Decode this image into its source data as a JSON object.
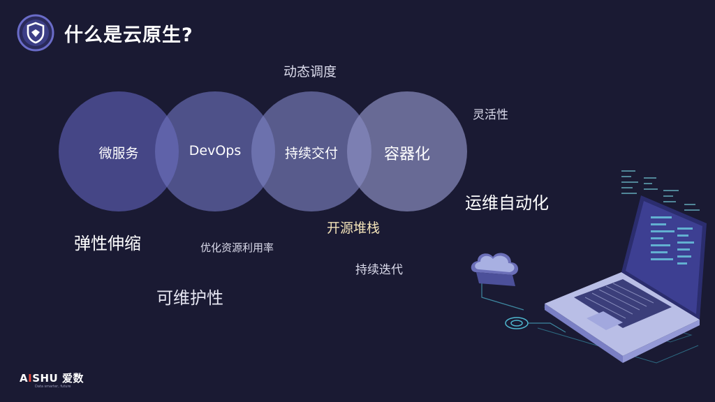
{
  "title": "什么是云原生?",
  "circles": [
    "微服务",
    "DevOps",
    "持续交付",
    "容器化"
  ],
  "keywords": {
    "dynamic_scheduling": "动态调度",
    "flexibility": "灵活性",
    "ops_automation": "运维自动化",
    "open_source_stack": "开源堆栈",
    "elastic_scaling": "弹性伸缩",
    "resource_optimization": "优化资源利用率",
    "continuous_iteration": "持续迭代",
    "maintainability": "可维护性"
  },
  "brand": {
    "ai": "A",
    "i": "I",
    "shu": "SHU",
    "cn": "爱数",
    "tagline": "Data smarter, future"
  },
  "colors": {
    "background": "#1a1a33",
    "circle_1": "#585aaa",
    "circle_4": "#8e90c4",
    "accent_red": "#e8473a",
    "open_source_highlight": "#f2e2b8"
  },
  "icons": {
    "logo": "shield-badge-icon",
    "illustration": "laptop-cloud-illustration"
  }
}
